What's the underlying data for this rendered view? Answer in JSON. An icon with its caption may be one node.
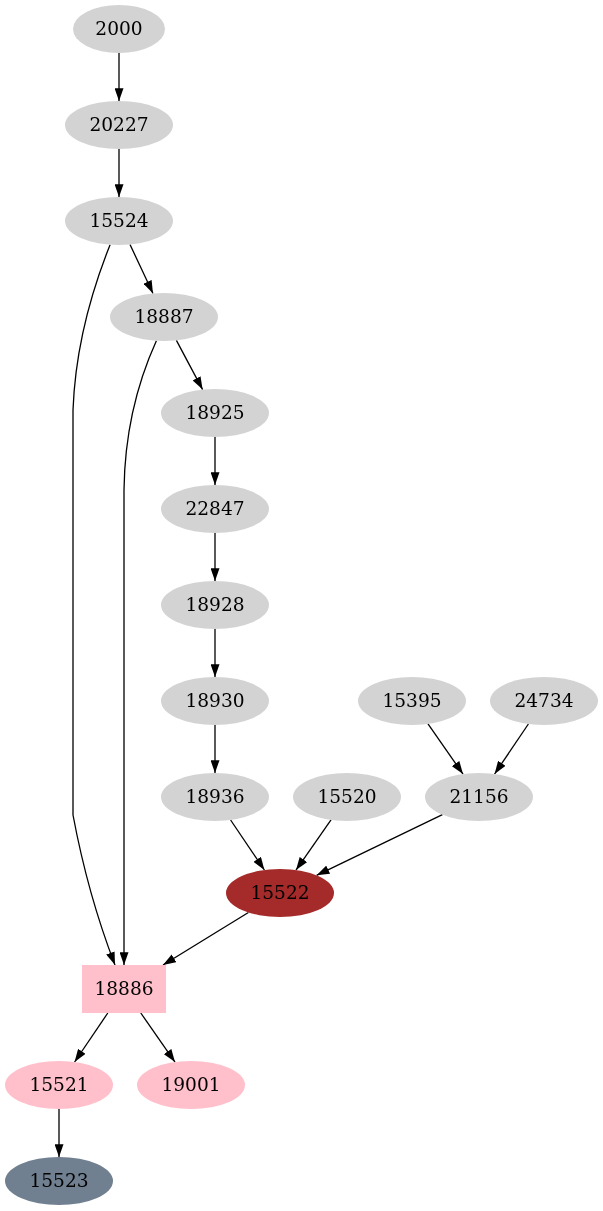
{
  "diagram": {
    "nodes": [
      {
        "text": [
          "2000"
        ]
      },
      {
        "text": [
          "20227"
        ]
      },
      {
        "text": [
          "15524"
        ]
      },
      {
        "text": [
          "18887"
        ]
      },
      {
        "text": [
          "18925"
        ]
      },
      {
        "text": [
          "22847"
        ]
      },
      {
        "text": [
          "18928"
        ]
      },
      {
        "text": [
          "18930"
        ]
      },
      {
        "text": [
          "15395"
        ]
      },
      {
        "text": [
          "24734"
        ]
      },
      {
        "text": [
          "18936"
        ]
      },
      {
        "text": [
          "15520"
        ]
      },
      {
        "text": [
          "21156"
        ]
      },
      {
        "text": [
          "15522"
        ]
      },
      {
        "text": [
          "18886"
        ]
      },
      {
        "text": [
          "15521"
        ]
      },
      {
        "text": [
          "19001"
        ]
      },
      {
        "text": [
          "15523"
        ]
      }
    ],
    "edges": [
      {
        "from": 0,
        "to": 1,
        "arrow": "to"
      },
      {
        "from": 1,
        "to": 2,
        "arrow": "to"
      },
      {
        "from": 2,
        "to": 3,
        "arrow": "to"
      },
      {
        "from": 2,
        "to": 14,
        "arrow": "to"
      },
      {
        "from": 3,
        "to": 4,
        "arrow": "to"
      },
      {
        "from": 3,
        "to": 14,
        "arrow": "to"
      },
      {
        "from": 4,
        "to": 5,
        "arrow": "to"
      },
      {
        "from": 5,
        "to": 6,
        "arrow": "to"
      },
      {
        "from": 6,
        "to": 7,
        "arrow": "to"
      },
      {
        "from": 7,
        "to": 10,
        "arrow": "to"
      },
      {
        "from": 8,
        "to": 12,
        "arrow": "to"
      },
      {
        "from": 9,
        "to": 12,
        "arrow": "to"
      },
      {
        "from": 10,
        "to": 13,
        "arrow": "to"
      },
      {
        "from": 11,
        "to": 13,
        "arrow": "to"
      },
      {
        "from": 12,
        "to": 13,
        "arrow": "to"
      },
      {
        "from": 13,
        "to": 14,
        "arrow": "to"
      },
      {
        "from": 14,
        "to": 15,
        "arrow": "to"
      },
      {
        "from": 14,
        "to": 16,
        "arrow": "to"
      },
      {
        "from": 15,
        "to": 17,
        "arrow": "to"
      }
    ]
  }
}
